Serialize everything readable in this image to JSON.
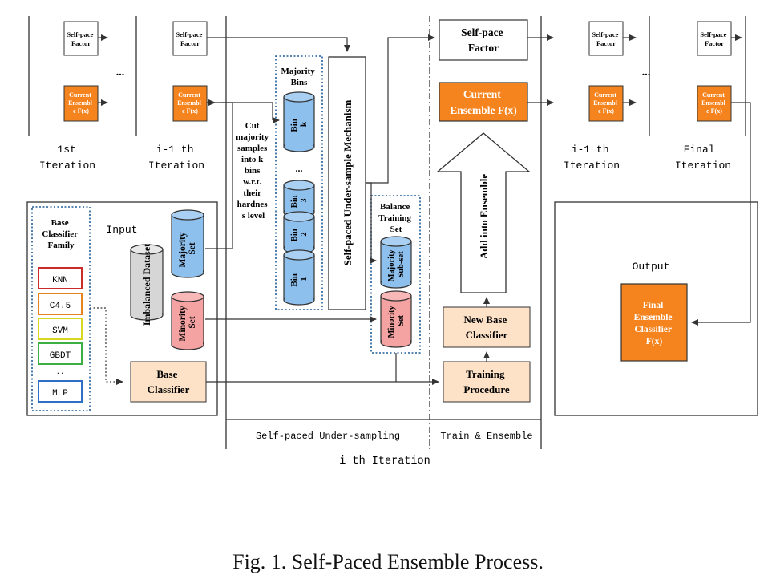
{
  "iterations": {
    "first": [
      "1st",
      "Iteration"
    ],
    "prev": [
      "i-1 th",
      "Iteration"
    ],
    "current": [
      "i th Iteration"
    ],
    "after": [
      "i-1 th",
      "Iteration"
    ],
    "final": [
      "Final",
      "Iteration"
    ]
  },
  "blocks": {
    "self_pace_small": [
      "Self-pace",
      "Factor"
    ],
    "current_small": [
      "Current",
      "Ensembl",
      "e F(x)"
    ],
    "self_pace_big": [
      "Self-pace",
      "Factor"
    ],
    "current_big": [
      "Current",
      "Ensemble F(x)"
    ],
    "ellipsis": "..."
  },
  "input": {
    "family_title": [
      "Base",
      "Classifier",
      "Family"
    ],
    "classifiers": [
      {
        "name": "KNN",
        "color": "#cc2b2b"
      },
      {
        "name": "C4.5",
        "color": "#e8841e"
      },
      {
        "name": "SVM",
        "color": "#d8d820"
      },
      {
        "name": "GBDT",
        "color": "#3cb043"
      },
      {
        "name": "..",
        "color": "#ffffff"
      },
      {
        "name": "MLP",
        "color": "#2f6fc7"
      }
    ],
    "input_label": "Input",
    "imbalanced_dataset": "Imbalanced Dataset",
    "majority_set": [
      "Majority",
      "Set"
    ],
    "minority_set": [
      "Minority",
      "Set"
    ],
    "base_classifier": [
      "Base",
      "Classifier"
    ]
  },
  "undersampling": {
    "cut_text": [
      "Cut",
      "majority",
      "samples",
      "into k",
      "bins",
      "w.r.t.",
      "their",
      "hardnes",
      "s level"
    ],
    "majority_bins_title": [
      "Majority",
      "Bins"
    ],
    "bins": [
      [
        "Bin",
        "k"
      ],
      [
        "Bin",
        "3"
      ],
      [
        "Bin",
        "2"
      ],
      [
        "Bin",
        "1"
      ]
    ],
    "bins_ellipsis": "...",
    "mechanism": "Self-paced Under-sample Mechanism",
    "balance_title": [
      "Balance",
      "Training",
      "Set"
    ],
    "majority_subset": [
      "Majority",
      "Sub-set"
    ],
    "minority_set": [
      "Minority",
      "Set"
    ]
  },
  "train": {
    "add_into_ensemble": "Add into Ensemble",
    "new_base": [
      "New Base",
      "Classifier"
    ],
    "training": [
      "Training",
      "Procedure"
    ]
  },
  "output": {
    "label": "Output",
    "final": [
      "Final",
      "Ensemble",
      "Classifier",
      "F(x)"
    ]
  },
  "sections": {
    "undersampling": "Self-paced Under-sampling",
    "train_ensemble": "Train & Ensemble"
  },
  "caption": "Fig. 1.  Self-Paced Ensemble Process.",
  "colors": {
    "orange": "#f5841f",
    "peach": "#fde2c8",
    "blue_cyl": "#8ec0ee",
    "red_cyl": "#f5a2a2",
    "gray_cyl": "#d6d6d6",
    "dotted_blue": "#1f5d99"
  }
}
